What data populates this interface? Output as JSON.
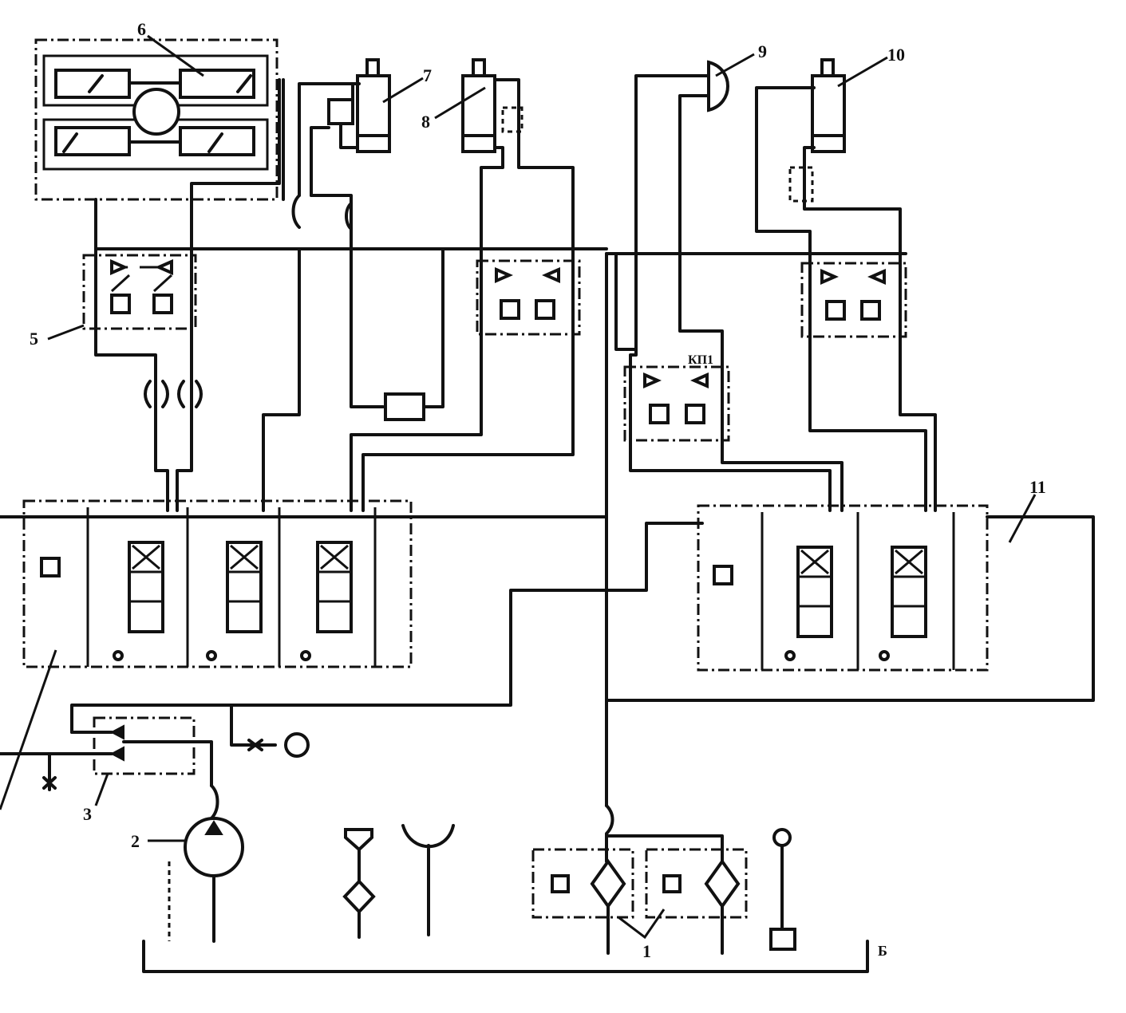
{
  "labels": {
    "l1": "1",
    "l2": "2",
    "l3": "3",
    "l5": "5",
    "l6": "6",
    "l7": "7",
    "l8": "8",
    "l9": "9",
    "l10": "10",
    "l11": "11",
    "kp1": "КП1",
    "tank": "Б"
  },
  "colors": {
    "line": "#111111",
    "background": "#ffffff"
  }
}
